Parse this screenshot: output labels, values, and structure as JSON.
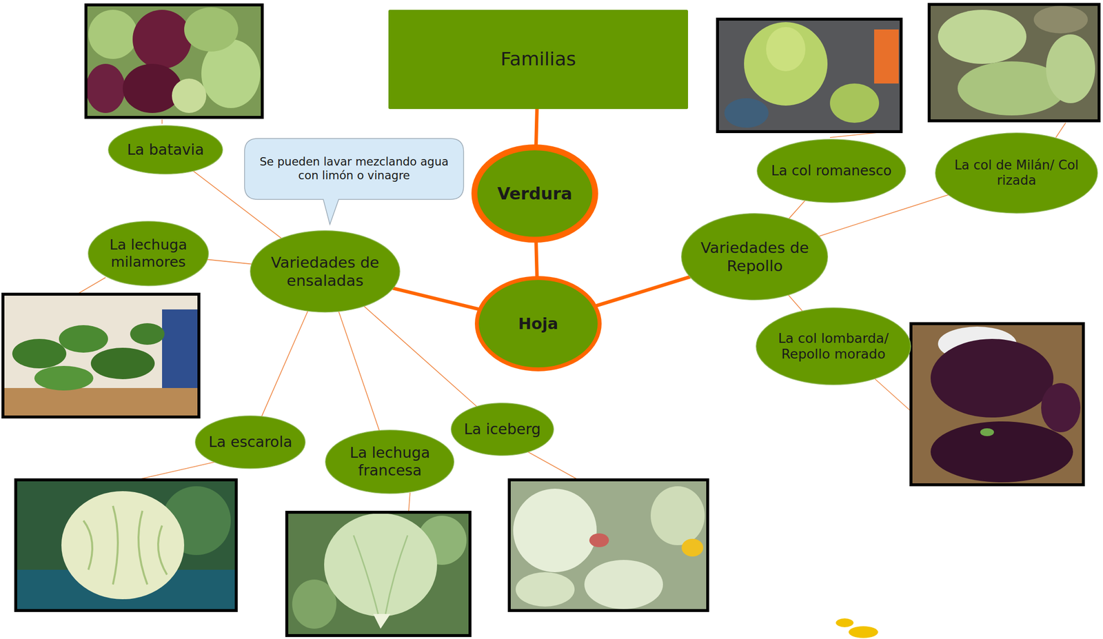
{
  "diagram": {
    "nodes": [
      {
        "text": [
          "Familias"
        ]
      },
      {
        "text": [
          "Verdura"
        ]
      },
      {
        "text": [
          "Hoja"
        ]
      },
      {
        "text": [
          "Variedades de ensaladas"
        ]
      },
      {
        "text": [
          "Se pueden lavar mezclando agua con limón o vinagre"
        ]
      },
      {
        "text": [
          "La batavia"
        ]
      },
      {
        "text": [
          "La lechuga milamores"
        ]
      },
      {
        "text": [
          "La escarola"
        ]
      },
      {
        "text": [
          "La lechuga francesa"
        ]
      },
      {
        "text": [
          "La iceberg"
        ]
      },
      {
        "text": [
          "Variedades de Repollo"
        ]
      },
      {
        "text": [
          "La col romanesco"
        ]
      },
      {
        "text": [
          "La col de Milán/ Col rizada"
        ]
      },
      {
        "text": [
          "La col lombarda/ Repollo morado"
        ]
      }
    ],
    "edges": [
      {
        "from": 0,
        "to": 1,
        "arrow": "none"
      },
      {
        "from": 1,
        "to": 2,
        "arrow": "none"
      },
      {
        "from": 2,
        "to": 3,
        "arrow": "none"
      },
      {
        "from": 2,
        "to": 10,
        "arrow": "none"
      },
      {
        "from": 3,
        "to": 5,
        "arrow": "none"
      },
      {
        "from": 3,
        "to": 6,
        "arrow": "none"
      },
      {
        "from": 3,
        "to": 7,
        "arrow": "none"
      },
      {
        "from": 3,
        "to": 8,
        "arrow": "none"
      },
      {
        "from": 3,
        "to": 9,
        "arrow": "none"
      },
      {
        "from": 10,
        "to": 11,
        "arrow": "none"
      },
      {
        "from": 10,
        "to": 12,
        "arrow": "none"
      },
      {
        "from": 10,
        "to": 13,
        "arrow": "none"
      }
    ]
  }
}
